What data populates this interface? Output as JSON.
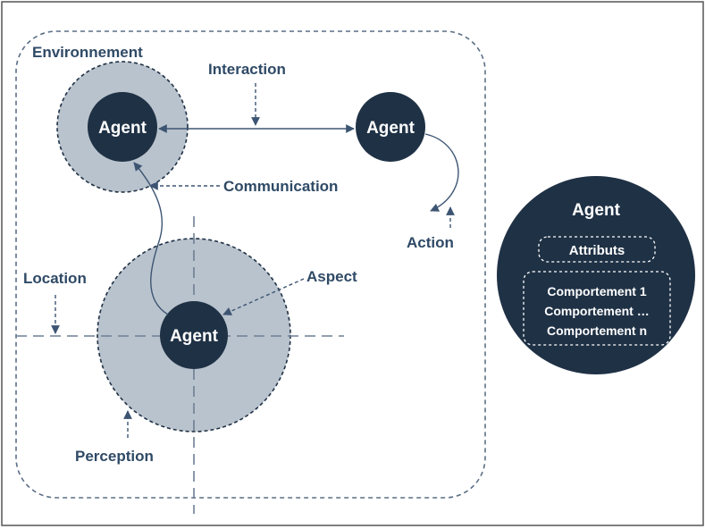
{
  "labels": {
    "environment": "Environnement",
    "interaction": "Interaction",
    "communication": "Communication",
    "action": "Action",
    "location": "Location",
    "aspect": "Aspect",
    "perception": "Perception"
  },
  "agents": {
    "top_left": "Agent",
    "top_right": "Agent",
    "center": "Agent"
  },
  "structure": {
    "title": "Agent",
    "attributes": "Attributs",
    "behaviors": [
      "Comportement 1",
      "Comportement …",
      "Comportement n"
    ]
  },
  "colors": {
    "agent_fill": "#1f3145",
    "halo_fill": "#b9c3cd",
    "label_text": "#2f4a66"
  }
}
